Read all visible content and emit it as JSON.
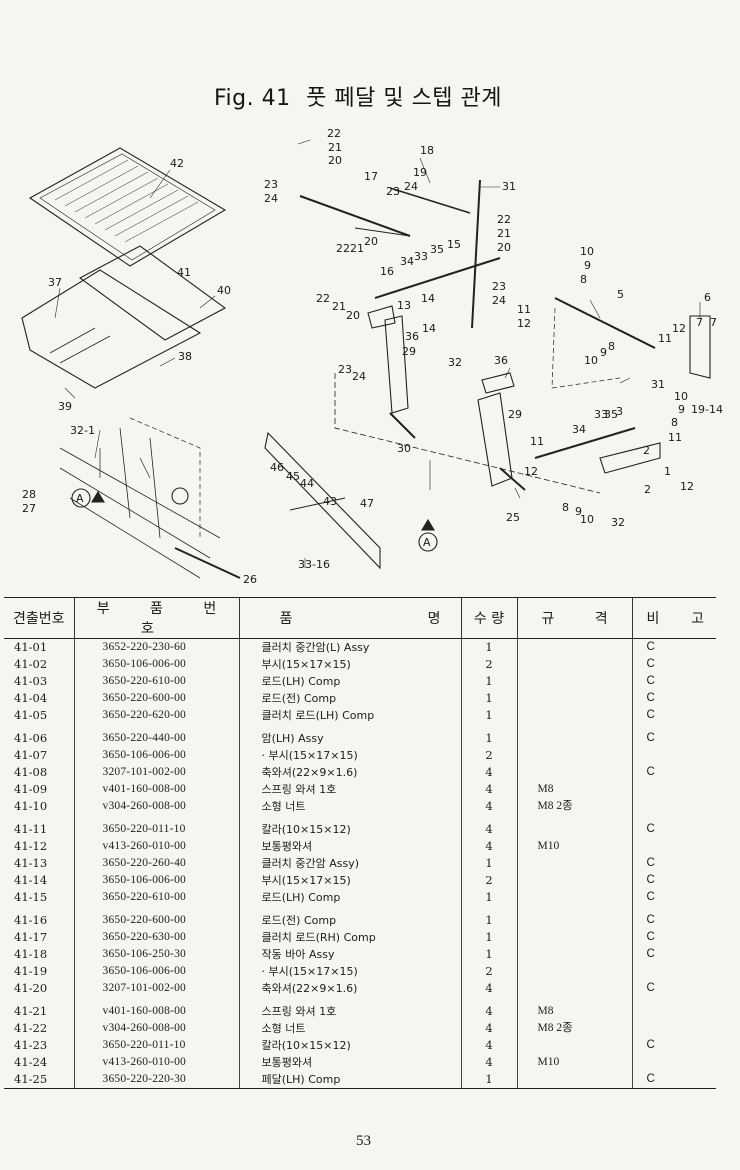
{
  "figure": {
    "label": "Fig. 41",
    "title": "풋 페달 및 스텝 관계"
  },
  "callouts": [
    "1",
    "2",
    "3",
    "5",
    "6",
    "7",
    "8",
    "9",
    "10",
    "11",
    "12",
    "13",
    "14",
    "15",
    "16",
    "17",
    "18",
    "19",
    "20",
    "21",
    "22",
    "23",
    "24",
    "25",
    "26",
    "27",
    "28",
    "29",
    "30",
    "31",
    "32",
    "33",
    "34",
    "35",
    "36",
    "37",
    "38",
    "39",
    "40",
    "41",
    "42",
    "43",
    "44",
    "45",
    "46",
    "47",
    "19-14",
    "32-1",
    "33-16",
    "A"
  ],
  "table": {
    "headers": {
      "no": "견출번호",
      "part_no": "부 품 번 호",
      "name_left": "품",
      "name_right": "명",
      "qty": "수 량",
      "spec": "규 격",
      "remark_left": "비",
      "remark_right": "고"
    },
    "groups": [
      [
        {
          "no": "41-01",
          "part": "3652-220-230-60",
          "name": "클러치 중간암(L) Assy",
          "qty": "1",
          "spec": "",
          "rem": "C"
        },
        {
          "no": "41-02",
          "part": "3650-106-006-00",
          "name": "부시(15×17×15)",
          "qty": "2",
          "spec": "",
          "rem": "C"
        },
        {
          "no": "41-03",
          "part": "3650-220-610-00",
          "name": "로드(LH) Comp",
          "qty": "1",
          "spec": "",
          "rem": "C"
        },
        {
          "no": "41-04",
          "part": "3650-220-600-00",
          "name": "로드(전) Comp",
          "qty": "1",
          "spec": "",
          "rem": "C"
        },
        {
          "no": "41-05",
          "part": "3650-220-620-00",
          "name": "클러치 로드(LH) Comp",
          "qty": "1",
          "spec": "",
          "rem": "C"
        }
      ],
      [
        {
          "no": "41-06",
          "part": "3650-220-440-00",
          "name": "암(LH) Assy",
          "qty": "1",
          "spec": "",
          "rem": "C"
        },
        {
          "no": "41-07",
          "part": "3650-106-006-00",
          "name": "· 부시(15×17×15)",
          "qty": "2",
          "spec": "",
          "rem": ""
        },
        {
          "no": "41-08",
          "part": "3207-101-002-00",
          "name": "축와셔(22×9×1.6)",
          "qty": "4",
          "spec": "",
          "rem": "C"
        },
        {
          "no": "41-09",
          "part": "v401-160-008-00",
          "name": "스프링 와셔 1호",
          "qty": "4",
          "spec": "M8",
          "rem": ""
        },
        {
          "no": "41-10",
          "part": "v304-260-008-00",
          "name": "소형 너트",
          "qty": "4",
          "spec": "M8 2종",
          "rem": ""
        }
      ],
      [
        {
          "no": "41-11",
          "part": "3650-220-011-10",
          "name": "칼라(10×15×12)",
          "qty": "4",
          "spec": "",
          "rem": "C"
        },
        {
          "no": "41-12",
          "part": "v413-260-010-00",
          "name": "보통평와셔",
          "qty": "4",
          "spec": "M10",
          "rem": ""
        },
        {
          "no": "41-13",
          "part": "3650-220-260-40",
          "name": "클러치 중간암 Assy)",
          "qty": "1",
          "spec": "",
          "rem": "C"
        },
        {
          "no": "41-14",
          "part": "3650-106-006-00",
          "name": "부시(15×17×15)",
          "qty": "2",
          "spec": "",
          "rem": "C"
        },
        {
          "no": "41-15",
          "part": "3650-220-610-00",
          "name": "로드(LH) Comp",
          "qty": "1",
          "spec": "",
          "rem": "C"
        }
      ],
      [
        {
          "no": "41-16",
          "part": "3650-220-600-00",
          "name": "로드(전) Comp",
          "qty": "1",
          "spec": "",
          "rem": "C"
        },
        {
          "no": "41-17",
          "part": "3650-220-630-00",
          "name": "클러치 로드(RH) Comp",
          "qty": "1",
          "spec": "",
          "rem": "C"
        },
        {
          "no": "41-18",
          "part": "3650-106-250-30",
          "name": "작동 바아 Assy",
          "qty": "1",
          "spec": "",
          "rem": "C"
        },
        {
          "no": "41-19",
          "part": "3650-106-006-00",
          "name": "· 부시(15×17×15)",
          "qty": "2",
          "spec": "",
          "rem": ""
        },
        {
          "no": "41-20",
          "part": "3207-101-002-00",
          "name": "축와셔(22×9×1.6)",
          "qty": "4",
          "spec": "",
          "rem": "C"
        }
      ],
      [
        {
          "no": "41-21",
          "part": "v401-160-008-00",
          "name": "스프링 와셔 1호",
          "qty": "4",
          "spec": "M8",
          "rem": ""
        },
        {
          "no": "41-22",
          "part": "v304-260-008-00",
          "name": "소형 너트",
          "qty": "4",
          "spec": "M8 2종",
          "rem": ""
        },
        {
          "no": "41-23",
          "part": "3650-220-011-10",
          "name": "칼라(10×15×12)",
          "qty": "4",
          "spec": "",
          "rem": "C"
        },
        {
          "no": "41-24",
          "part": "v413-260-010-00",
          "name": "보통평와셔",
          "qty": "4",
          "spec": "M10",
          "rem": ""
        },
        {
          "no": "41-25",
          "part": "3650-220-220-30",
          "name": "페달(LH) Comp",
          "qty": "1",
          "spec": "",
          "rem": "C"
        }
      ]
    ]
  },
  "page_number": "53"
}
